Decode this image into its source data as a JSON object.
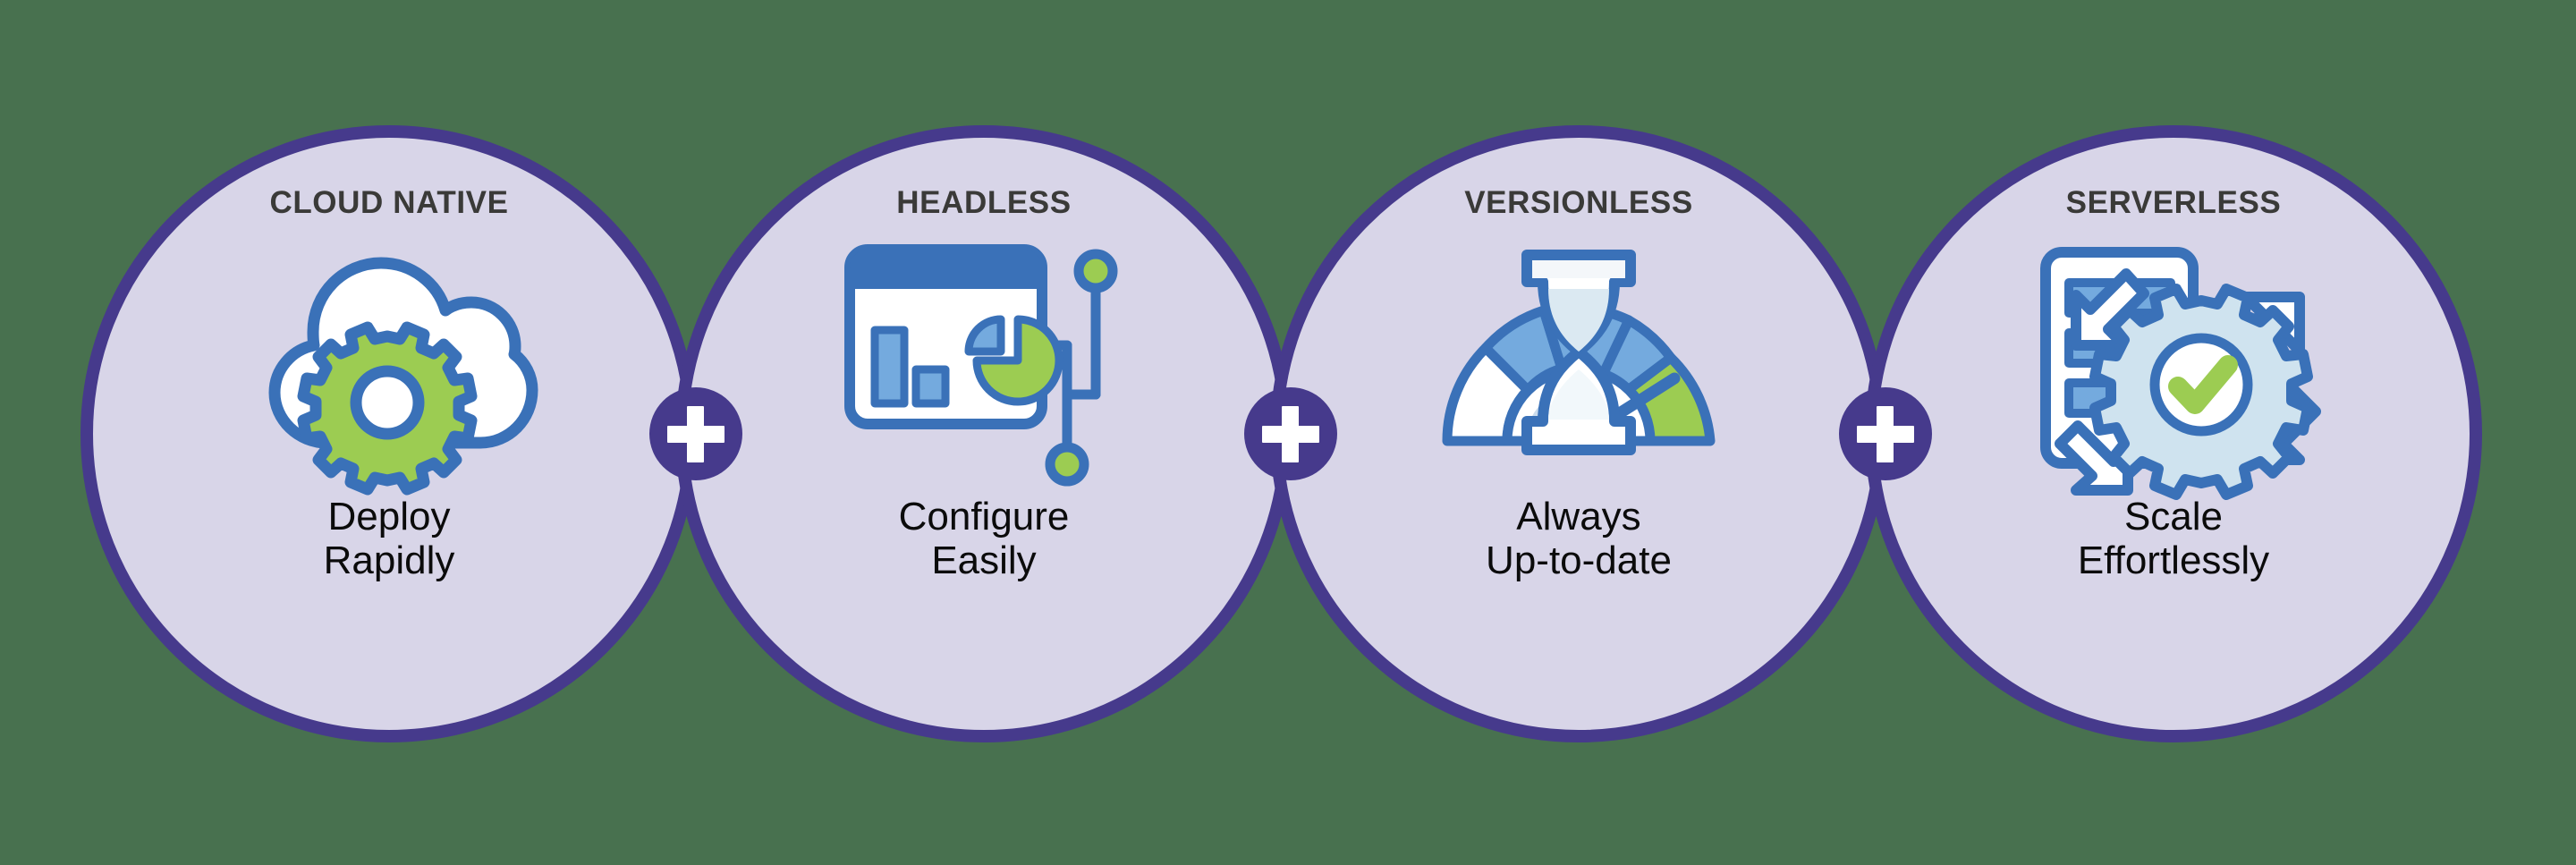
{
  "background_color": "#48714f",
  "theme": {
    "circle_fill": "#d8d5e8",
    "circle_stroke": "#463a8c",
    "title_color": "#3a3a38",
    "caption_color": "#0b0b0b",
    "icon_blue": "#3a71b8",
    "icon_light_blue": "#74aade",
    "icon_green": "#9ccc52",
    "icon_pale": "#cfe3ef",
    "icon_white": "#ffffff"
  },
  "connectors": [
    {
      "symbol": "+",
      "name": "plus-connector-1"
    },
    {
      "symbol": "+",
      "name": "plus-connector-2"
    },
    {
      "symbol": "+",
      "name": "plus-connector-3"
    }
  ],
  "pillars": [
    {
      "title": "CLOUD NATIVE",
      "caption_line1": "Deploy",
      "caption_line2": "Rapidly",
      "icon": "cloud-gear-icon"
    },
    {
      "title": "HEADLESS",
      "caption_line1": "Configure",
      "caption_line2": "Easily",
      "icon": "dashboard-api-icon"
    },
    {
      "title": "VERSIONLESS",
      "caption_line1": "Always",
      "caption_line2": "Up-to-date",
      "icon": "gauge-hourglass-icon"
    },
    {
      "title": "SERVERLESS",
      "caption_line1": "Scale",
      "caption_line2": "Effortlessly",
      "icon": "server-gear-check-icon"
    }
  ]
}
